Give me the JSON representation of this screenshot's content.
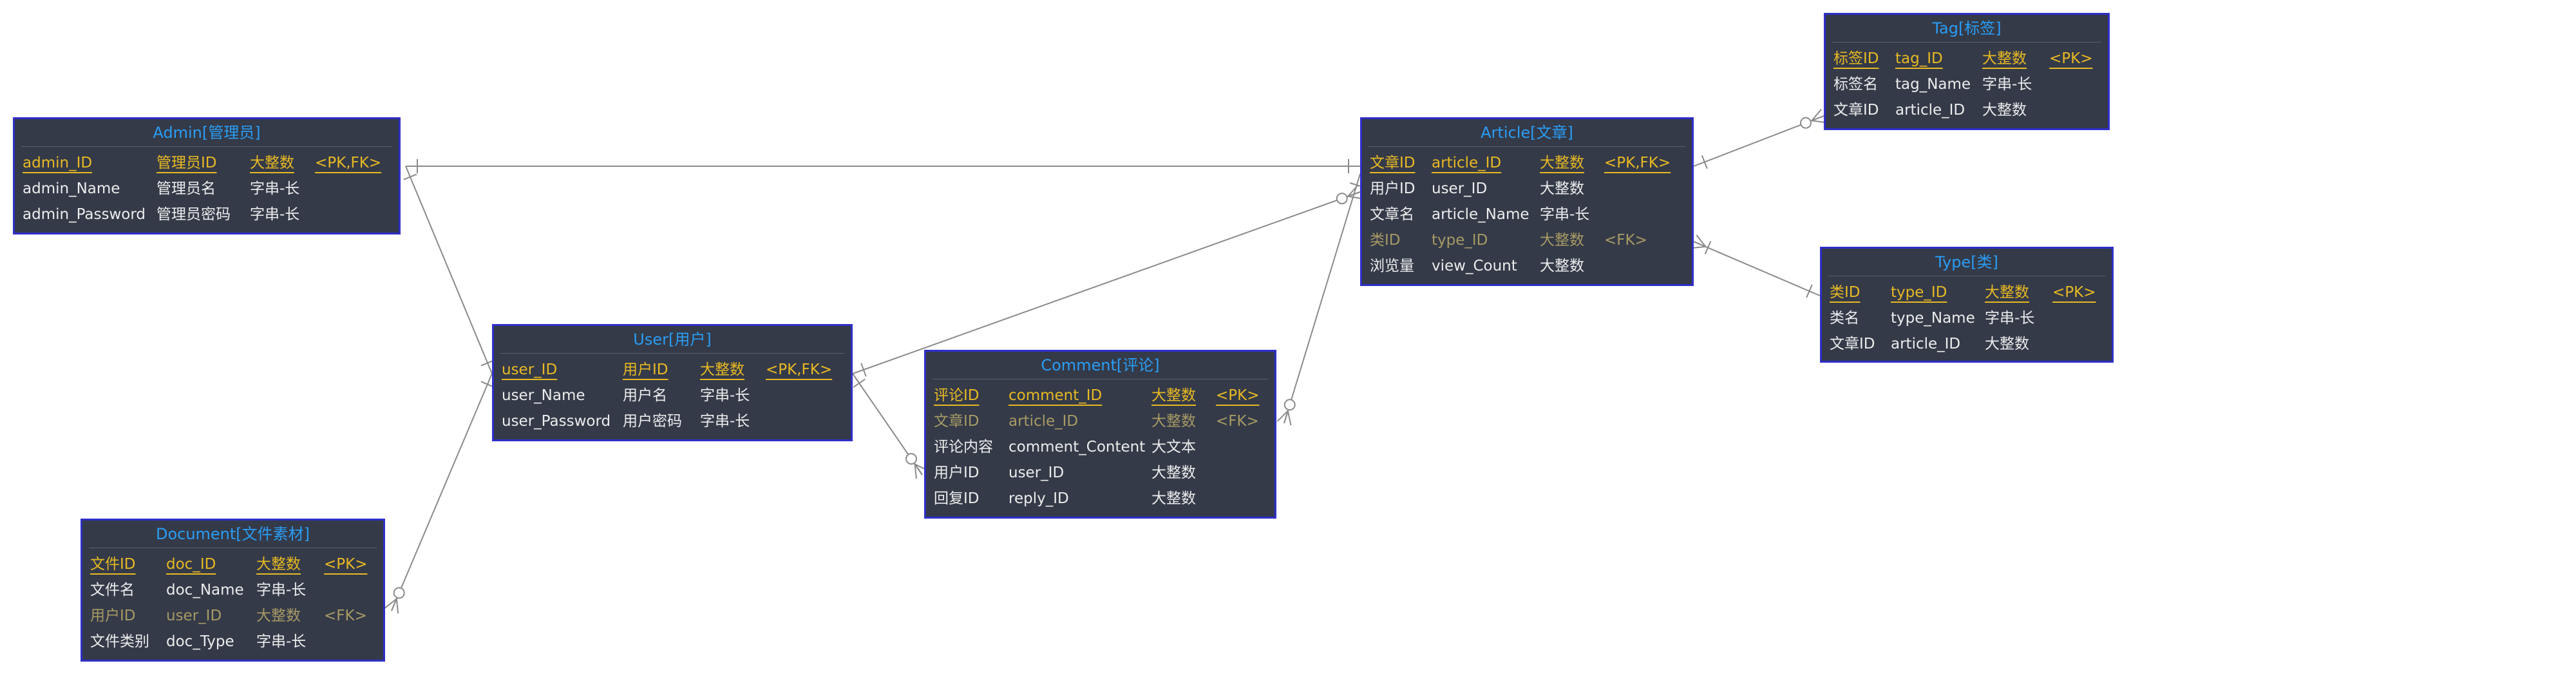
{
  "diagram": {
    "entities": {
      "admin": {
        "title": "Admin[管理员]",
        "rows": [
          {
            "style": "pk",
            "cells": [
              "admin_ID",
              "管理员ID",
              "大整数",
              "<PK,FK>"
            ]
          },
          {
            "style": "normal",
            "cells": [
              "admin_Name",
              "管理员名",
              "字串-长",
              ""
            ]
          },
          {
            "style": "normal",
            "cells": [
              "admin_Password",
              "管理员密码",
              "字串-长",
              ""
            ]
          }
        ]
      },
      "user": {
        "title": "User[用户]",
        "rows": [
          {
            "style": "pk",
            "cells": [
              "user_ID",
              "用户ID",
              "大整数",
              "<PK,FK>"
            ]
          },
          {
            "style": "normal",
            "cells": [
              "user_Name",
              "用户名",
              "字串-长",
              ""
            ]
          },
          {
            "style": "normal",
            "cells": [
              "user_Password",
              "用户密码",
              "字串-长",
              ""
            ]
          }
        ]
      },
      "document": {
        "title": "Document[文件素材]",
        "rows": [
          {
            "style": "pk",
            "cells": [
              "文件ID",
              "doc_ID",
              "大整数",
              "<PK>"
            ]
          },
          {
            "style": "normal",
            "cells": [
              "文件名",
              "doc_Name",
              "字串-长",
              ""
            ]
          },
          {
            "style": "fk",
            "cells": [
              "用户ID",
              "user_ID",
              "大整数",
              "<FK>"
            ]
          },
          {
            "style": "normal",
            "cells": [
              "文件类别",
              "doc_Type",
              "字串-长",
              ""
            ]
          }
        ]
      },
      "comment": {
        "title": "Comment[评论]",
        "rows": [
          {
            "style": "pk",
            "cells": [
              "评论ID",
              "comment_ID",
              "大整数",
              "<PK>"
            ]
          },
          {
            "style": "fk",
            "cells": [
              "文章ID",
              "article_ID",
              "大整数",
              "<FK>"
            ]
          },
          {
            "style": "normal",
            "cells": [
              "评论内容",
              "comment_Content",
              "大文本",
              ""
            ]
          },
          {
            "style": "normal",
            "cells": [
              "用户ID",
              "user_ID",
              "大整数",
              ""
            ]
          },
          {
            "style": "normal",
            "cells": [
              "回复ID",
              "reply_ID",
              "大整数",
              ""
            ]
          }
        ]
      },
      "article": {
        "title": "Article[文章]",
        "rows": [
          {
            "style": "pk",
            "cells": [
              "文章ID",
              "article_ID",
              "大整数",
              "<PK,FK>"
            ]
          },
          {
            "style": "normal",
            "cells": [
              "用户ID",
              "user_ID",
              "大整数",
              ""
            ]
          },
          {
            "style": "normal",
            "cells": [
              "文章名",
              "article_Name",
              "字串-长",
              ""
            ]
          },
          {
            "style": "fk",
            "cells": [
              "类ID",
              "type_ID",
              "大整数",
              "<FK>"
            ]
          },
          {
            "style": "normal",
            "cells": [
              "浏览量",
              "view_Count",
              "大整数",
              ""
            ]
          }
        ]
      },
      "tag": {
        "title": "Tag[标签]",
        "rows": [
          {
            "style": "pk",
            "cells": [
              "标签ID",
              "tag_ID",
              "大整数",
              "<PK>"
            ]
          },
          {
            "style": "normal",
            "cells": [
              "标签名",
              "tag_Name",
              "字串-长",
              ""
            ]
          },
          {
            "style": "normal",
            "cells": [
              "文章ID",
              "article_ID",
              "大整数",
              ""
            ]
          }
        ]
      },
      "type": {
        "title": "Type[类]",
        "rows": [
          {
            "style": "pk",
            "cells": [
              "类ID",
              "type_ID",
              "大整数",
              "<PK>"
            ]
          },
          {
            "style": "normal",
            "cells": [
              "类名",
              "type_Name",
              "字串-长",
              ""
            ]
          },
          {
            "style": "normal",
            "cells": [
              "文章ID",
              "article_ID",
              "大整数",
              ""
            ]
          }
        ]
      }
    },
    "relationships": [
      {
        "from": "admin",
        "to": "article",
        "from_end": "one",
        "to_end": "one"
      },
      {
        "from": "admin",
        "to": "user",
        "from_end": "one",
        "to_end": "one"
      },
      {
        "from": "user",
        "to": "document",
        "from_end": "one",
        "to_end": "zero-or-many"
      },
      {
        "from": "user",
        "to": "article",
        "from_end": "one",
        "to_end": "zero-or-many"
      },
      {
        "from": "user",
        "to": "comment",
        "from_end": "one",
        "to_end": "zero-or-many"
      },
      {
        "from": "comment",
        "to": "article",
        "from_end": "zero-or-many",
        "to_end": "one"
      },
      {
        "from": "article",
        "to": "tag",
        "from_end": "one",
        "to_end": "zero-or-many"
      },
      {
        "from": "article",
        "to": "type",
        "from_end": "many",
        "to_end": "one"
      }
    ]
  }
}
